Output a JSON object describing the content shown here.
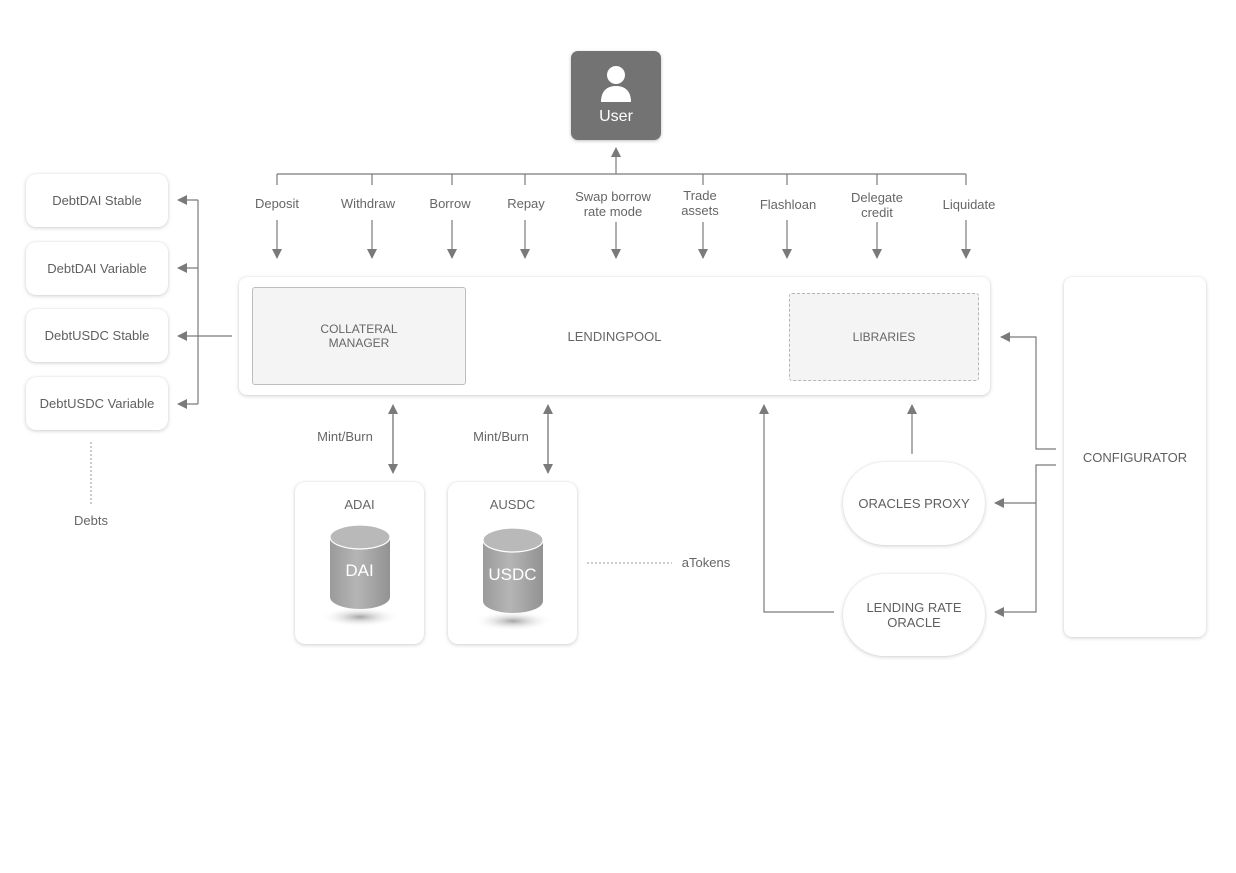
{
  "user": {
    "label": "User",
    "icon": "user-icon"
  },
  "actions": [
    {
      "label": "Deposit"
    },
    {
      "label": "Withdraw"
    },
    {
      "label": "Borrow"
    },
    {
      "label": "Repay"
    },
    {
      "label": "Swap borrow rate mode"
    },
    {
      "label": "Trade assets"
    },
    {
      "label": "Flashloan"
    },
    {
      "label": "Delegate credit"
    },
    {
      "label": "Liquidate"
    }
  ],
  "lendingpool": {
    "title": "LENDINGPOOL",
    "collateral_manager": "COLLATERAL MANAGER",
    "libraries": "LIBRARIES"
  },
  "debts": {
    "items": [
      "DebtDAI Stable",
      "DebtDAI Variable",
      "DebtUSDC Stable",
      "DebtUSDC Variable"
    ],
    "caption": "Debts"
  },
  "atokens": {
    "adai": {
      "label": "ADAI",
      "asset": "DAI"
    },
    "ausdc": {
      "label": "AUSDC",
      "asset": "USDC"
    },
    "mint_burn": "Mint/Burn",
    "caption": "aTokens"
  },
  "oracles": {
    "proxy": "ORACLES PROXY",
    "lending_rate": "LENDING RATE ORACLE"
  },
  "configurator": "CONFIGURATOR",
  "colors": {
    "line": "#7a7a7a",
    "user_bg": "#737373",
    "cylinder": "#a9a9a9"
  }
}
